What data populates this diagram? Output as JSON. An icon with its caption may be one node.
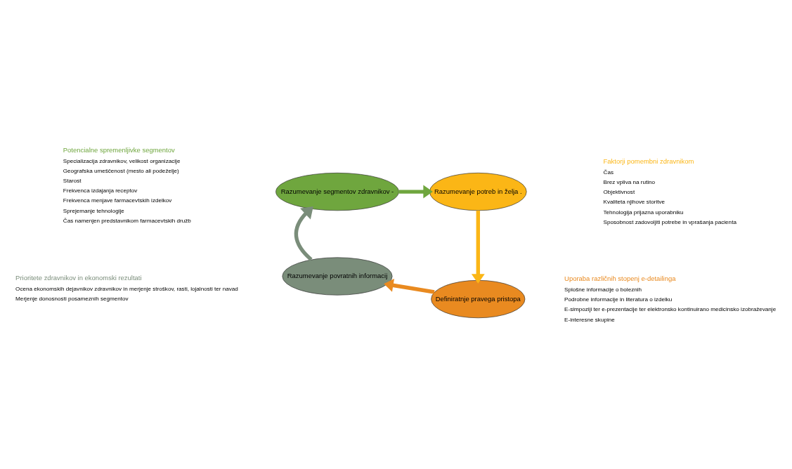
{
  "diagram": {
    "nodes": [
      {
        "text": [
          "Razumevanje segmentov zdravnikov -"
        ]
      },
      {
        "text": [
          "Razumevanje potreb in želja ."
        ]
      },
      {
        "text": [
          "Razumevanje povratnih informacij"
        ]
      },
      {
        "text": [
          "Definiratnje pravega pristopa"
        ]
      }
    ],
    "edges": [
      {
        "from": 0,
        "to": 1,
        "arrow": "to",
        "color": "#6fa63e"
      },
      {
        "from": 1,
        "to": 3,
        "arrow": "to",
        "color": "#fbb616"
      },
      {
        "from": 3,
        "to": 2,
        "arrow": "to",
        "color": "#e98a20"
      },
      {
        "from": 2,
        "to": 0,
        "arrow": "to",
        "color": "#7a8d7a"
      }
    ],
    "labels": [
      "Potencialne spremenljivke segmentov",
      "Specializacija zdravnikov, velikost organizacije",
      "Geografska umeščenost (mesto ali podeželje)",
      "Starost",
      "Frekvenca izdajanja receptov",
      "Frekvenca menjave farmacevtskih izdelkov",
      "Sprejemanje tehnologije",
      "Čas namenjen predstavnikom farmacevtskih družb",
      "Faktorji pomembni zdravnikom",
      "Čas",
      "Brez vpliva na rutino",
      "Objektivnost",
      "Kvaliteta njihove storitve",
      "Tehnologija prijazna uporabniku",
      "Sposobnost zadovoljiti potrebe in vprašanja pacienta",
      "Prioritete zdravnikov in ekonomski rezultati",
      "Ocena ekonomskih dejavnikov zdravnikov in merjenje stroškov, rasti, lojalnosti ter navad",
      "Merjenje donosnosti posameznih segmentov",
      "Uporaba različnih stopenj e-detailinga",
      "Splošne informacije o boleznih",
      "Podrobne informacije in literatura o izdelku",
      "E-simpoziji ter e-prezentacije ter elektronsko kontinuirano medicinsko izobraževanje",
      "E-interesne skupine"
    ]
  }
}
